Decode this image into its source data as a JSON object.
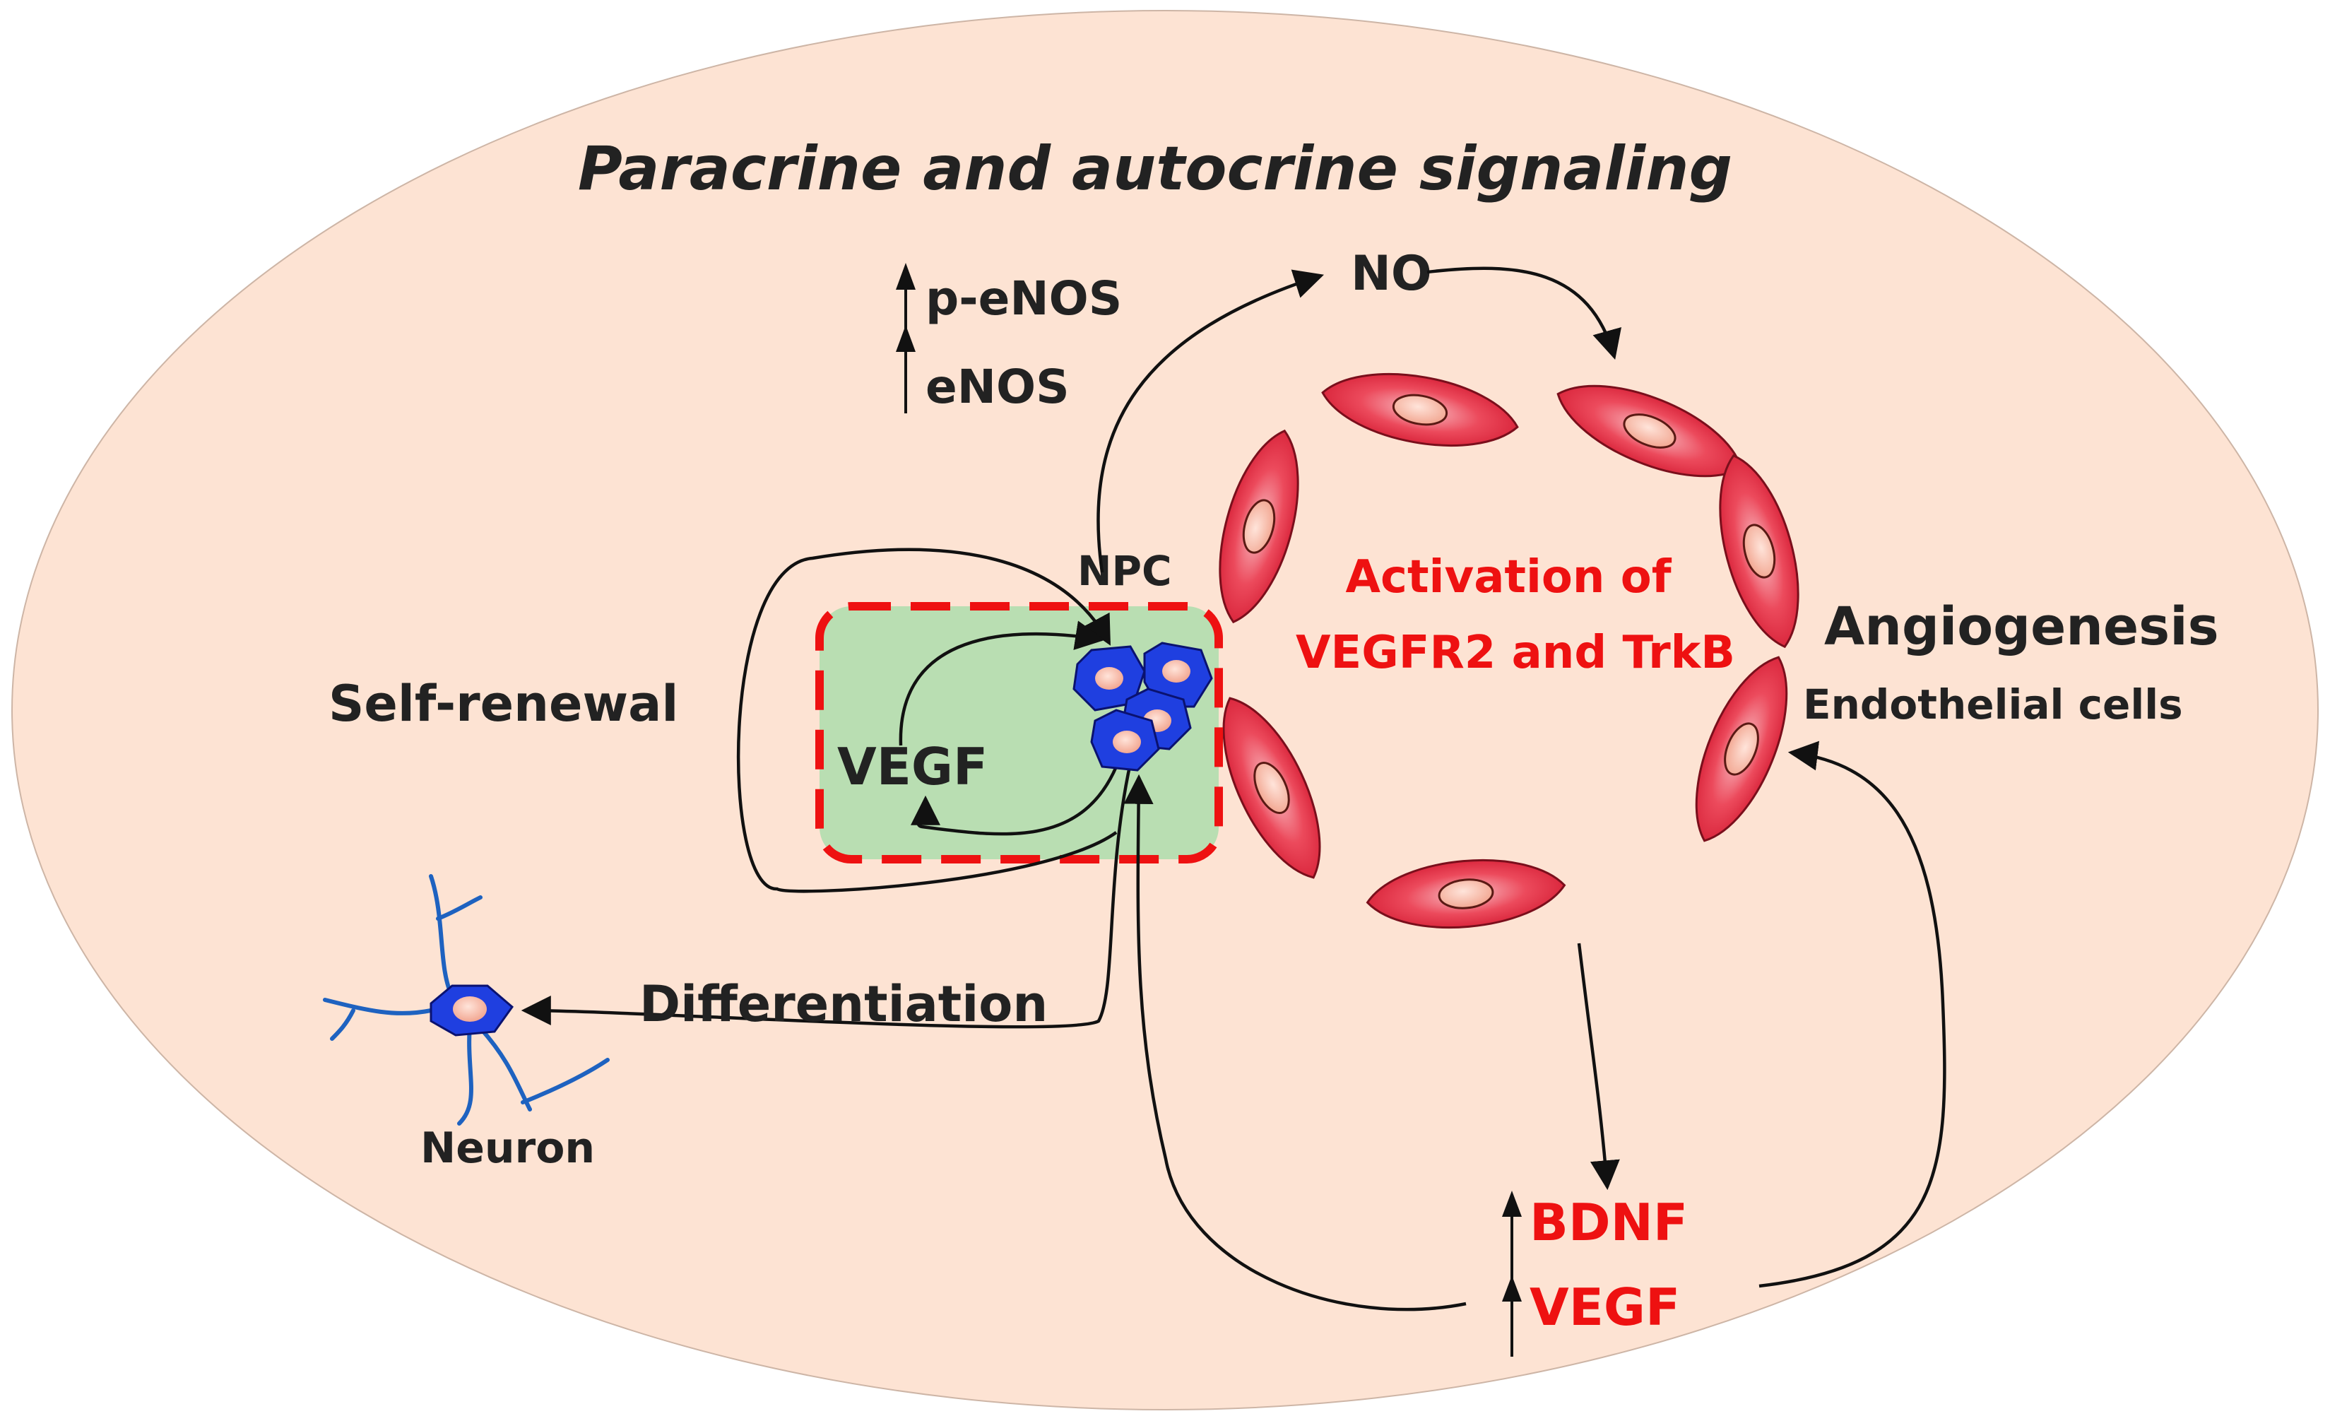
{
  "title": "Paracrine and autocrine signaling",
  "labels": {
    "p_enos": "p-eNOS",
    "enos": "eNOS",
    "no": "NO",
    "npc": "NPC",
    "activation_line1": "Activation of",
    "activation_line2": "VEGFR2 and TrkB",
    "angiogenesis": "Angiogenesis",
    "endothelial": "Endothelial cells",
    "self_renewal": "Self-renewal",
    "vegf_inner": "VEGF",
    "differentiation": "Differentiation",
    "neuron": "Neuron",
    "bdnf": "BDNF",
    "vegf_bottom": "VEGF"
  },
  "colors": {
    "background_ellipse": "#fde3d3",
    "npc_box_fill": "#b9deb2",
    "npc_box_border": "#ee1111",
    "endothelial_cell": "#e8354a",
    "cell_blue": "#1f3fe0",
    "nucleus": "#f7b9a8",
    "text_dark": "#222222",
    "text_red": "#ee1111",
    "neuron_dendrite": "#1e62c0"
  },
  "icons": [
    "up-arrow-icon",
    "npc-cell-icon",
    "neuron-icon",
    "endothelial-cell-icon"
  ]
}
